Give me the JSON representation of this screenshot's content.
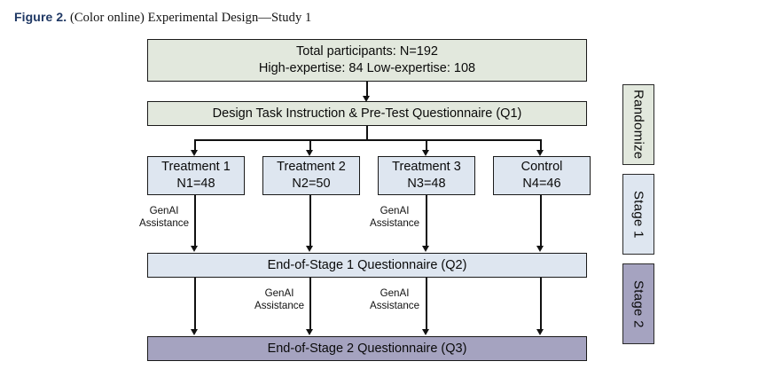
{
  "caption": {
    "figure_label": "Figure 2.",
    "text": "(Color online) Experimental Design—Study 1"
  },
  "colors": {
    "green": "#e2e8dd",
    "blue": "#dee6f0",
    "purple": "#a5a3c0",
    "border": "#1a1a1a",
    "caption_blue": "#1f3864"
  },
  "flow": {
    "participants_box": {
      "line1": "Total participants: N=192",
      "line2": "High-expertise: 84   Low-expertise: 108"
    },
    "pretest_box": {
      "label": "Design Task Instruction & Pre-Test Questionnaire (Q1)"
    },
    "groups": [
      {
        "name": "Treatment 1",
        "n": "N1=48"
      },
      {
        "name": "Treatment 2",
        "n": "N2=50"
      },
      {
        "name": "Treatment 3",
        "n": "N3=48"
      },
      {
        "name": "Control",
        "n": "N4=46"
      }
    ],
    "stage1_annotations": [
      {
        "line1": "GenAI",
        "line2": "Assistance"
      },
      {
        "line1": "GenAI",
        "line2": "Assistance"
      }
    ],
    "stage1_box": {
      "label": "End-of-Stage 1 Questionnaire (Q2)"
    },
    "stage2_annotations": [
      {
        "line1": "GenAI",
        "line2": "Assistance"
      },
      {
        "line1": "GenAI",
        "line2": "Assistance"
      }
    ],
    "stage2_box": {
      "label": "End-of-Stage 2 Questionnaire (Q3)"
    }
  },
  "side_labels": [
    {
      "label": "Randomize"
    },
    {
      "label": "Stage 1"
    },
    {
      "label": "Stage 2"
    }
  ]
}
